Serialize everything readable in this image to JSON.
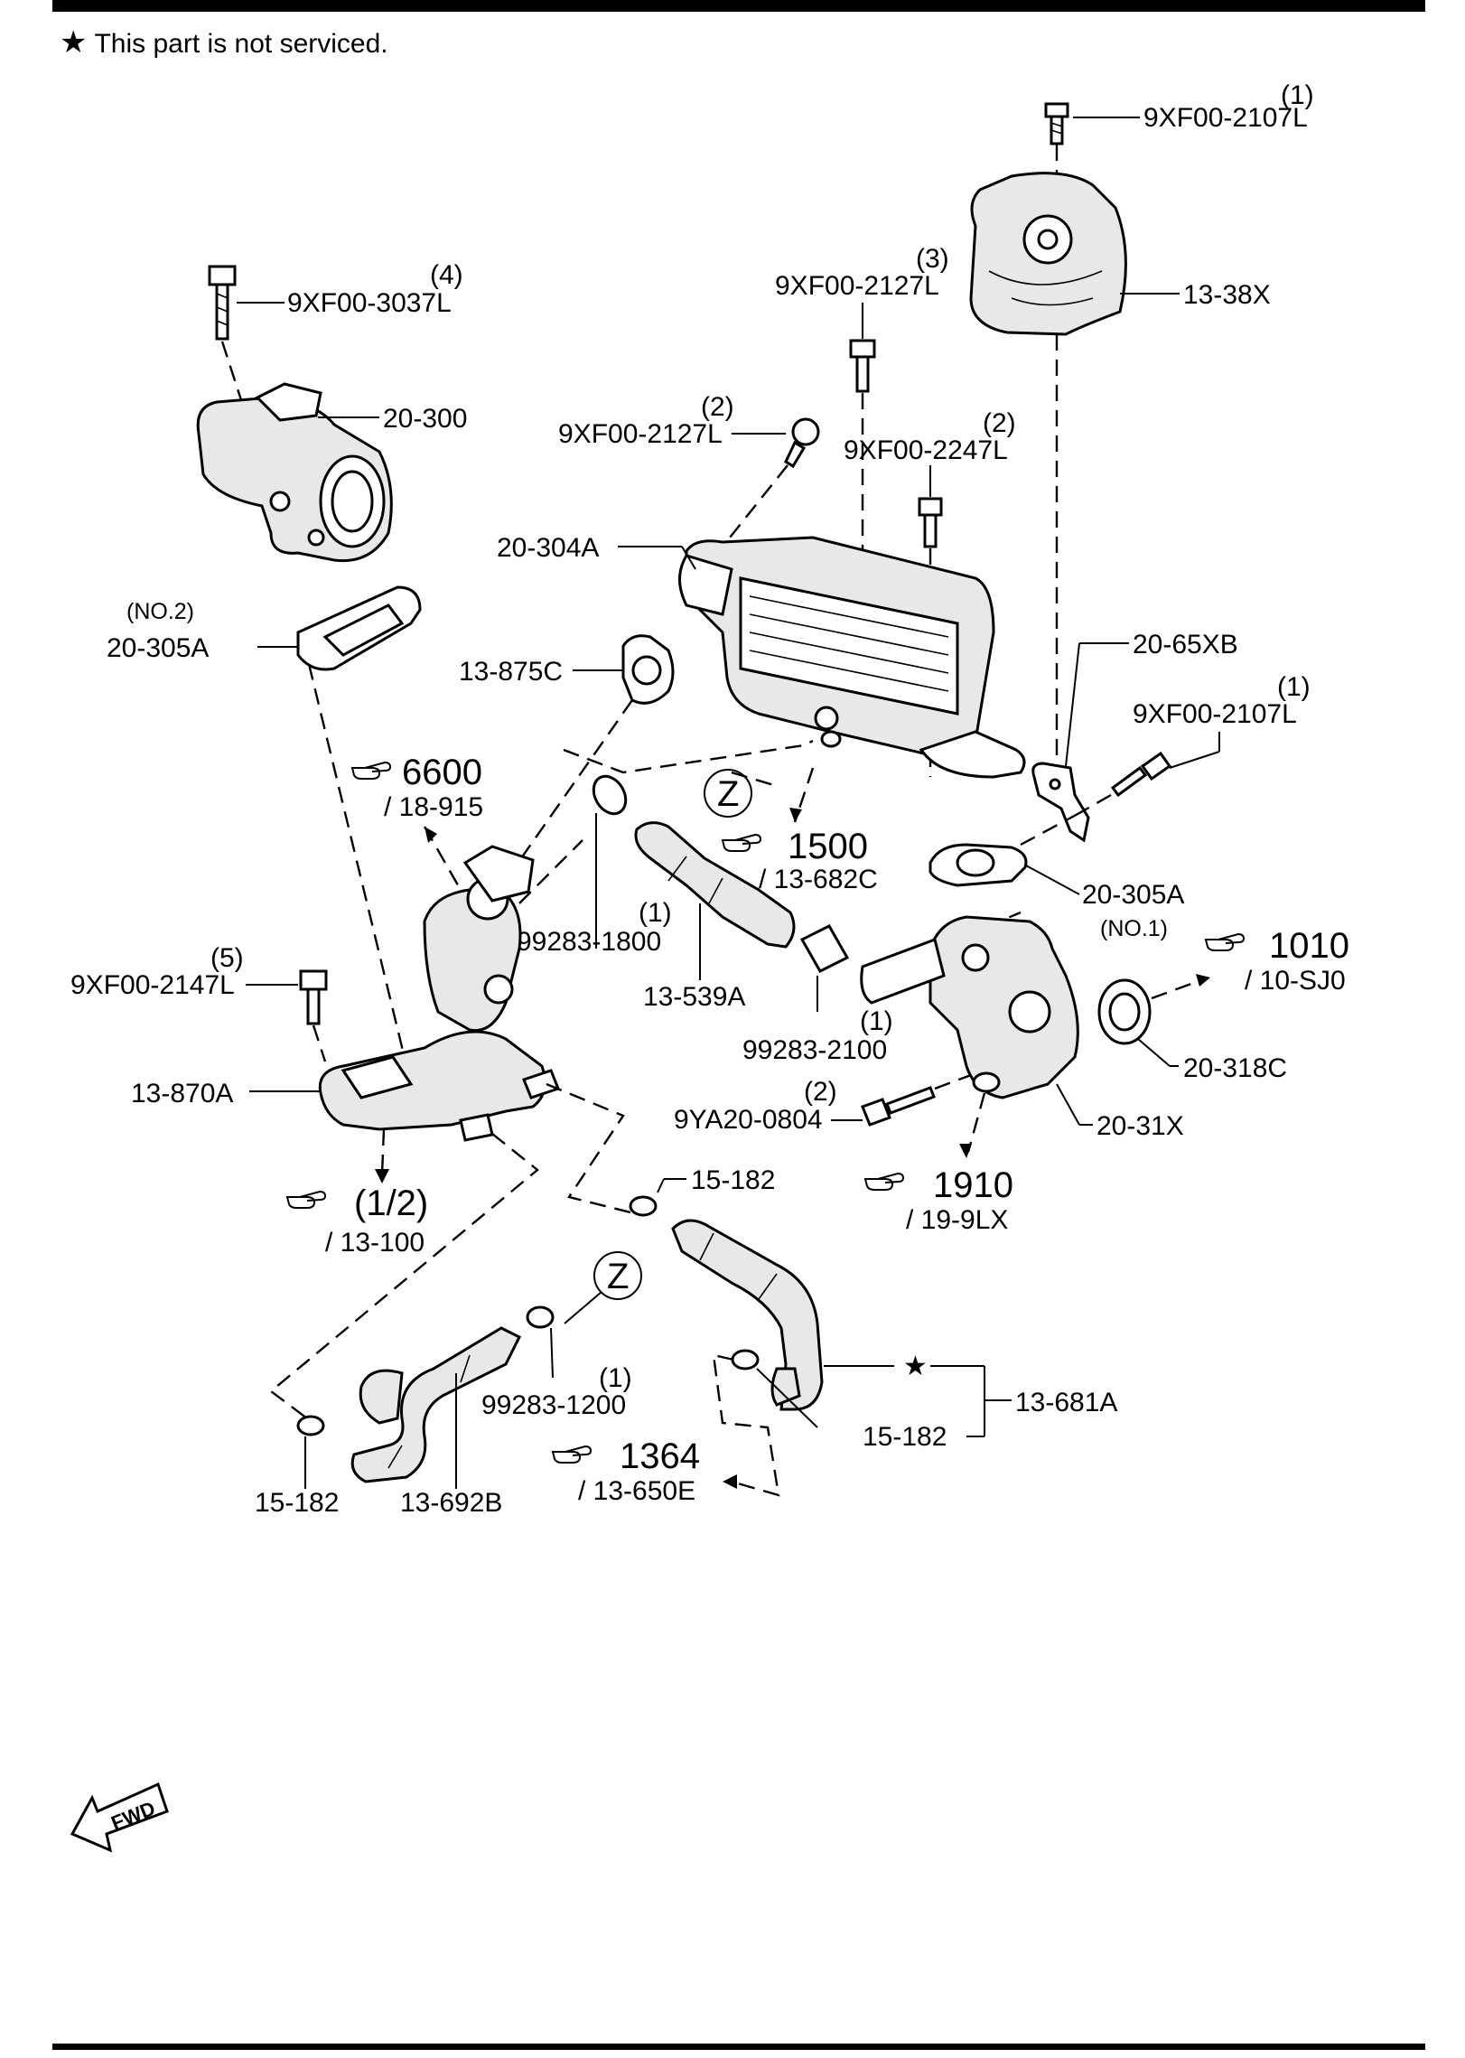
{
  "note": {
    "star": "★",
    "text": "This part is not serviced."
  },
  "parts": {
    "p9xf2107_top": {
      "qty": "(1)",
      "code": "9XF00-2107L"
    },
    "p1338x": {
      "code": "13-38X"
    },
    "p9xf3037": {
      "qty": "(4)",
      "code": "9XF00-3037L"
    },
    "p9xf2127_a": {
      "qty": "(3)",
      "code": "9XF00-2127L"
    },
    "p20300": {
      "code": "20-300"
    },
    "p9xf2127_b": {
      "qty": "(2)",
      "code": "9XF00-2127L"
    },
    "p9xf2247": {
      "qty": "(2)",
      "code": "9XF00-2247L"
    },
    "p20304a": {
      "code": "20-304A"
    },
    "p20305a_2": {
      "tag": "(NO.2)",
      "code": "20-305A"
    },
    "p13875c": {
      "code": "13-875C"
    },
    "p2065xb": {
      "code": "20-65XB"
    },
    "p9xf2107_r": {
      "qty": "(1)",
      "code": "9XF00-2107L"
    },
    "p20305a_1": {
      "code": "20-305A",
      "tag": "(NO.1)"
    },
    "p992831800": {
      "qty": "(1)",
      "code": "99283-1800"
    },
    "p13539a": {
      "code": "13-539A"
    },
    "p9xf2147": {
      "qty": "(5)",
      "code": "9XF00-2147L"
    },
    "p992832100": {
      "qty": "(1)",
      "code": "99283-2100"
    },
    "p13870a": {
      "code": "13-870A"
    },
    "p9ya200804": {
      "qty": "(2)",
      "code": "9YA20-0804"
    },
    "p20318c": {
      "code": "20-318C"
    },
    "p2031x": {
      "code": "20-31X"
    },
    "p15182_a": {
      "code": "15-182"
    },
    "p992831200": {
      "qty": "(1)",
      "code": "99283-1200"
    },
    "p13681a": {
      "code": "13-681A"
    },
    "p15182_b": {
      "code": "15-182"
    },
    "p15182_c": {
      "code": "15-182"
    },
    "p13692b": {
      "code": "13-692B"
    }
  },
  "refs": {
    "r6600": {
      "num": "6600",
      "sub": "/ 18-915"
    },
    "r1500": {
      "num": "1500",
      "sub": "/ 13-682C"
    },
    "r1010": {
      "num": "1010",
      "sub": "/ 10-SJ0"
    },
    "r1910": {
      "num": "1910",
      "sub": "/ 19-9LX"
    },
    "r12": {
      "num": "(1/2)",
      "sub": "/ 13-100"
    },
    "r1364": {
      "num": "1364",
      "sub": "/ 13-650E"
    }
  },
  "markers": {
    "z": "Z",
    "fwd": "FWD",
    "star": "★"
  }
}
